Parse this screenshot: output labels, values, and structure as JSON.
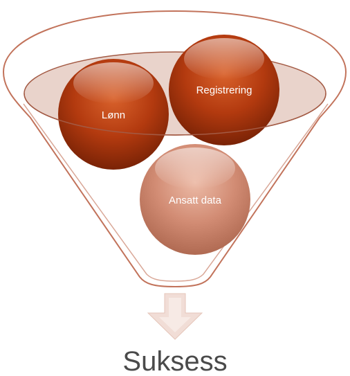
{
  "diagram": {
    "type": "funnel",
    "inputs": [
      {
        "id": "registrering",
        "label": "Registrering",
        "shade": "dark"
      },
      {
        "id": "lonn",
        "label": "Lønn",
        "shade": "dark"
      },
      {
        "id": "ansatt-data",
        "label": "Ansatt data",
        "shade": "light"
      }
    ],
    "output": {
      "label": "Suksess",
      "arrow_icon": "down-arrow-icon"
    },
    "colors": {
      "funnel_outline": "#c2735b",
      "funnel_rim_fill": "#e9d3cb",
      "circle_dark": "#b33a0f",
      "circle_light": "#d28c74",
      "arrow_fill": "#f1ddd6",
      "output_text": "#4a4a4a"
    }
  }
}
